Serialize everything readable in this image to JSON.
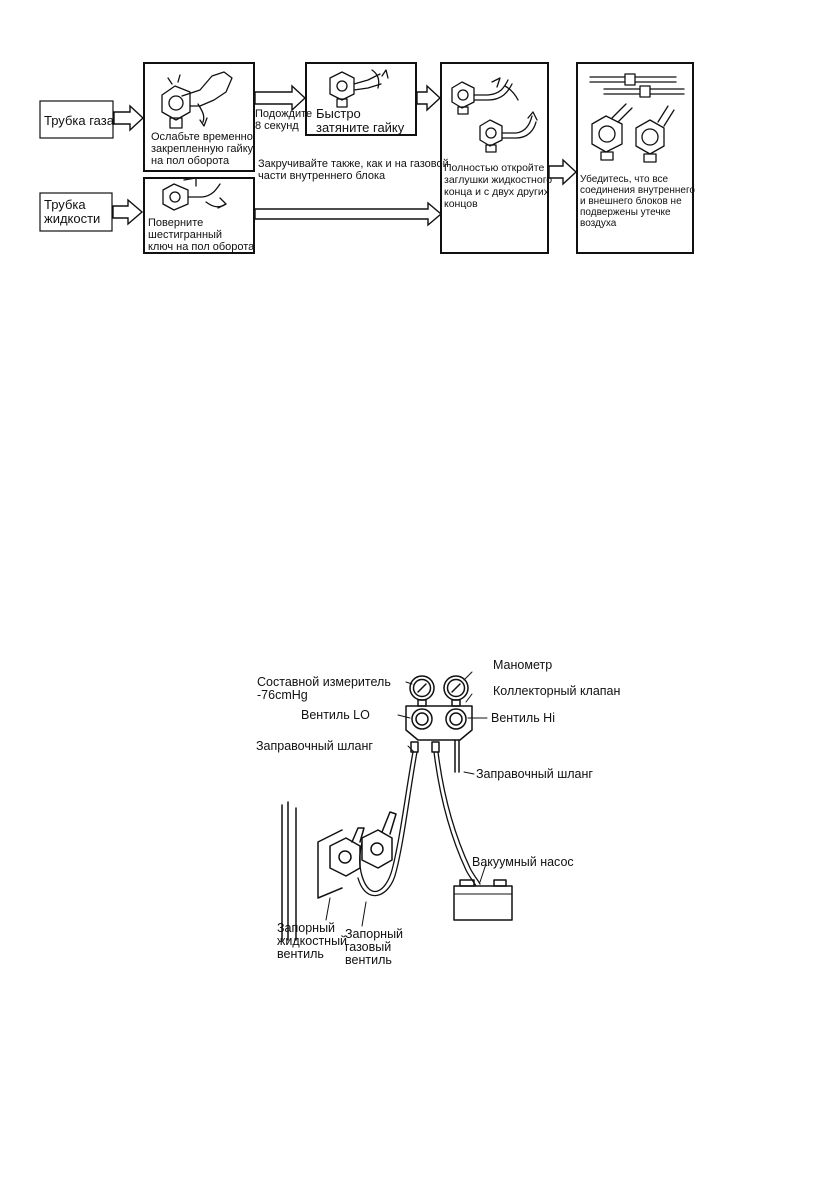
{
  "flow": {
    "gas_pipe_label": "Трубка газа",
    "liquid_pipe_label": "Трубка\nжидкости",
    "step_loosen_nut": "Ослабьте временно\nзакрепленную гайку\nна пол оборота",
    "wait_8_seconds": "Подождите\n8 секунд",
    "step_tighten_nut": "Быстро\nзатяните гайку",
    "same_as_gas_side": "Закручивайте также, как и на газовой\nчасти внутреннего блока",
    "step_turn_hex_key": "Поверните\nшестигранный\nключ на пол оборота",
    "step_open_caps": "Полностью откройте\nзаглушки жидкостного\nконца и с двух других\nконцов",
    "step_check_leaks": "Убедитесь, что все\nсоединения внутреннего\nи внешнего блоков не\nподвержены утечке\nвоздуха"
  },
  "gauge_diagram": {
    "compound_gauge": "Составной измеритель\n-76cmHg",
    "pressure_gauge": "Манометр",
    "manifold_valve": "Коллекторный клапан",
    "valve_lo": "Вентиль  LO",
    "valve_hi": "Вентиль Hi",
    "charging_hose_left": "Заправочный шланг",
    "charging_hose_right": "Заправочный шланг",
    "vacuum_pump": "Вакуумный насос",
    "liquid_stop_valve": "Запорный\nжидкостный\nвентиль",
    "gas_stop_valve": "Запорный\nгазовый\nвентиль"
  }
}
